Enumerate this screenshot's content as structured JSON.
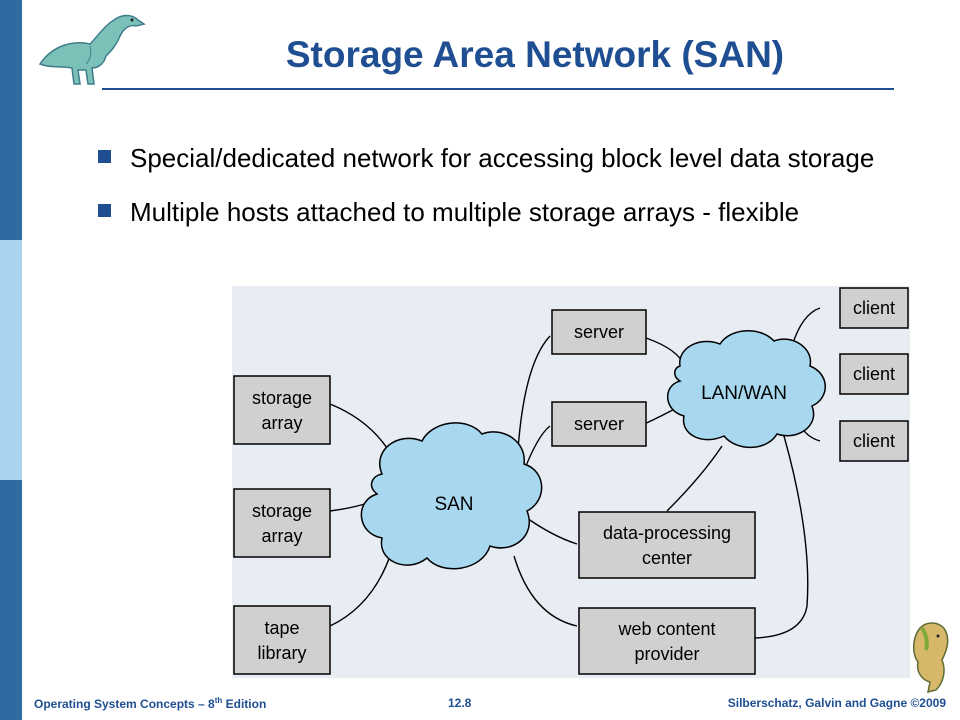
{
  "slide": {
    "title": "Storage Area Network (SAN)",
    "bullets": [
      "Special/dedicated network for accessing block level data storage",
      "Multiple hosts attached to multiple storage arrays - flexible"
    ]
  },
  "diagram": {
    "san_label": "SAN",
    "lan_label": "LAN/WAN",
    "storage_array_1": [
      "storage",
      "array"
    ],
    "storage_array_2": [
      "storage",
      "array"
    ],
    "tape_library": [
      "tape",
      "library"
    ],
    "server_1": "server",
    "server_2": "server",
    "data_processing_center": [
      "data-processing",
      "center"
    ],
    "web_content_provider": [
      "web content",
      "provider"
    ],
    "client_1": "client",
    "client_2": "client",
    "client_3": "client"
  },
  "footer": {
    "left_prefix": "Operating System Concepts – 8",
    "left_sup": "th",
    "left_suffix": " Edition",
    "page": "12.8",
    "right": "Silberschatz, Galvin and Gagne ©2009"
  },
  "colors": {
    "theme_blue": "#1f4f92",
    "sidebar_blue": "#2f6aa3",
    "cloud_fill": "#a8d8f0",
    "box_fill": "#d0d0d0",
    "diagram_background": "#e8edf4"
  },
  "icons": {
    "top_mascot": "dinosaur-icon",
    "bottom_mascot": "dinosaur-icon"
  }
}
